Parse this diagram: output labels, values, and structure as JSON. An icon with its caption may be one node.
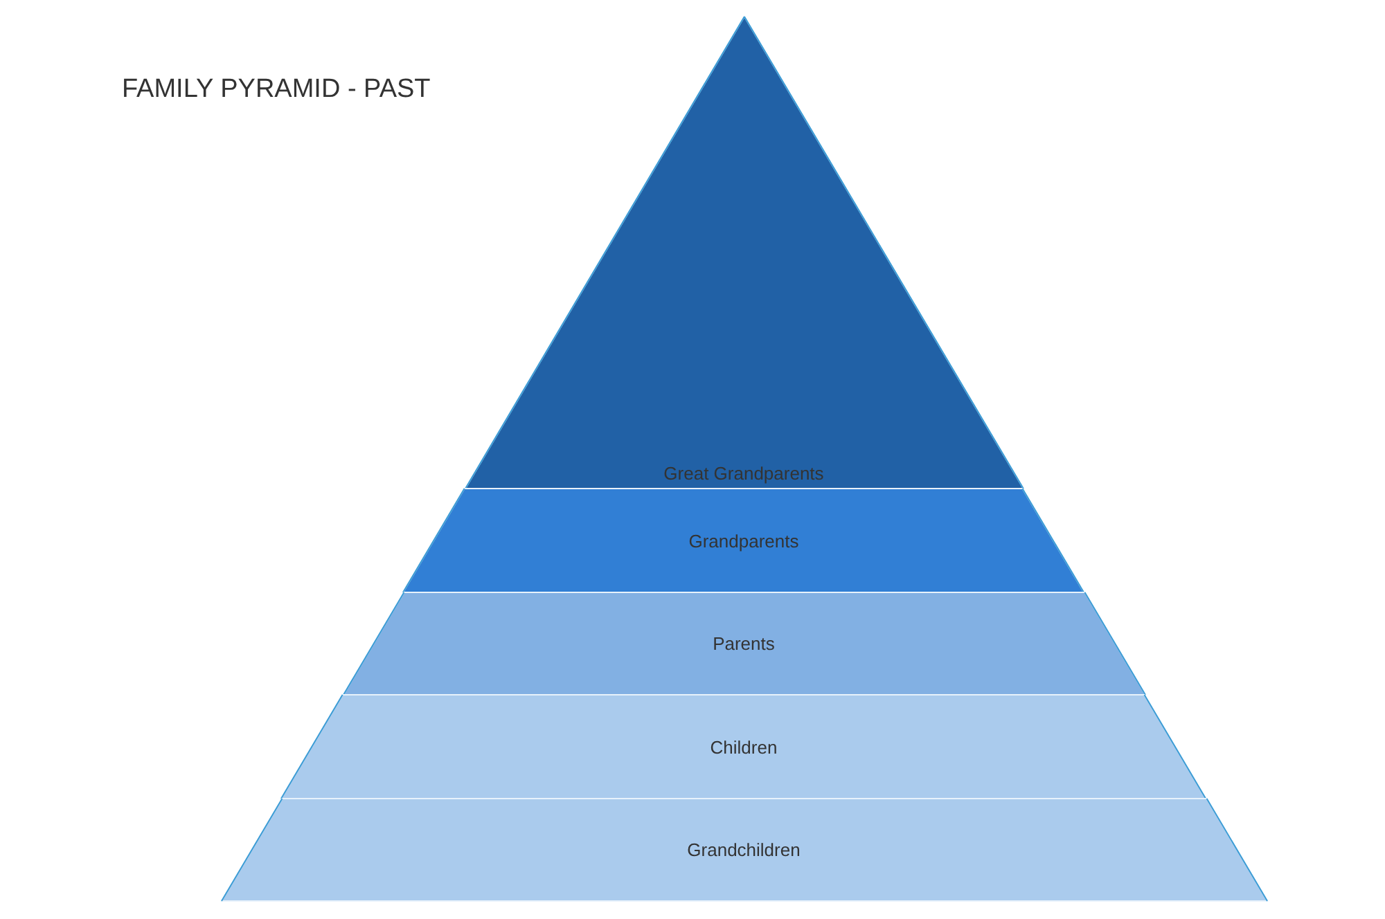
{
  "diagram": {
    "title": "FAMILY PYRAMID - PAST",
    "nodes": [
      {
        "text": [
          "Great Grandparents"
        ]
      },
      {
        "text": [
          "Grandparents"
        ]
      },
      {
        "text": [
          "Parents"
        ]
      },
      {
        "text": [
          "Children"
        ]
      },
      {
        "text": [
          "Grandchildren"
        ]
      }
    ]
  }
}
